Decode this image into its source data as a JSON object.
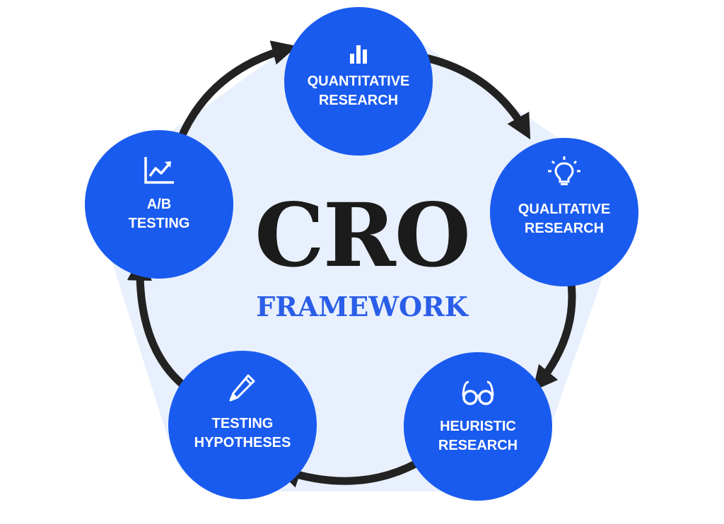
{
  "title": "CRO",
  "subtitle": "FRAMEWORK",
  "colors": {
    "node": "#1a5bef",
    "hub": "#e8f0fd",
    "arrow": "#222222",
    "subtitle": "#2a5ee8"
  },
  "nodes": [
    {
      "icon": "bar-chart-icon",
      "line1": "QUANTITATIVE",
      "line2": "RESEARCH"
    },
    {
      "icon": "lightbulb-icon",
      "line1": "QUALITATIVE",
      "line2": "RESEARCH"
    },
    {
      "icon": "glasses-icon",
      "line1": "HEURISTIC",
      "line2": "RESEARCH"
    },
    {
      "icon": "pencil-icon",
      "line1": "TESTING",
      "line2": "HYPOTHESES"
    },
    {
      "icon": "trend-chart-icon",
      "line1": "A/B",
      "line2": "TESTING"
    }
  ]
}
